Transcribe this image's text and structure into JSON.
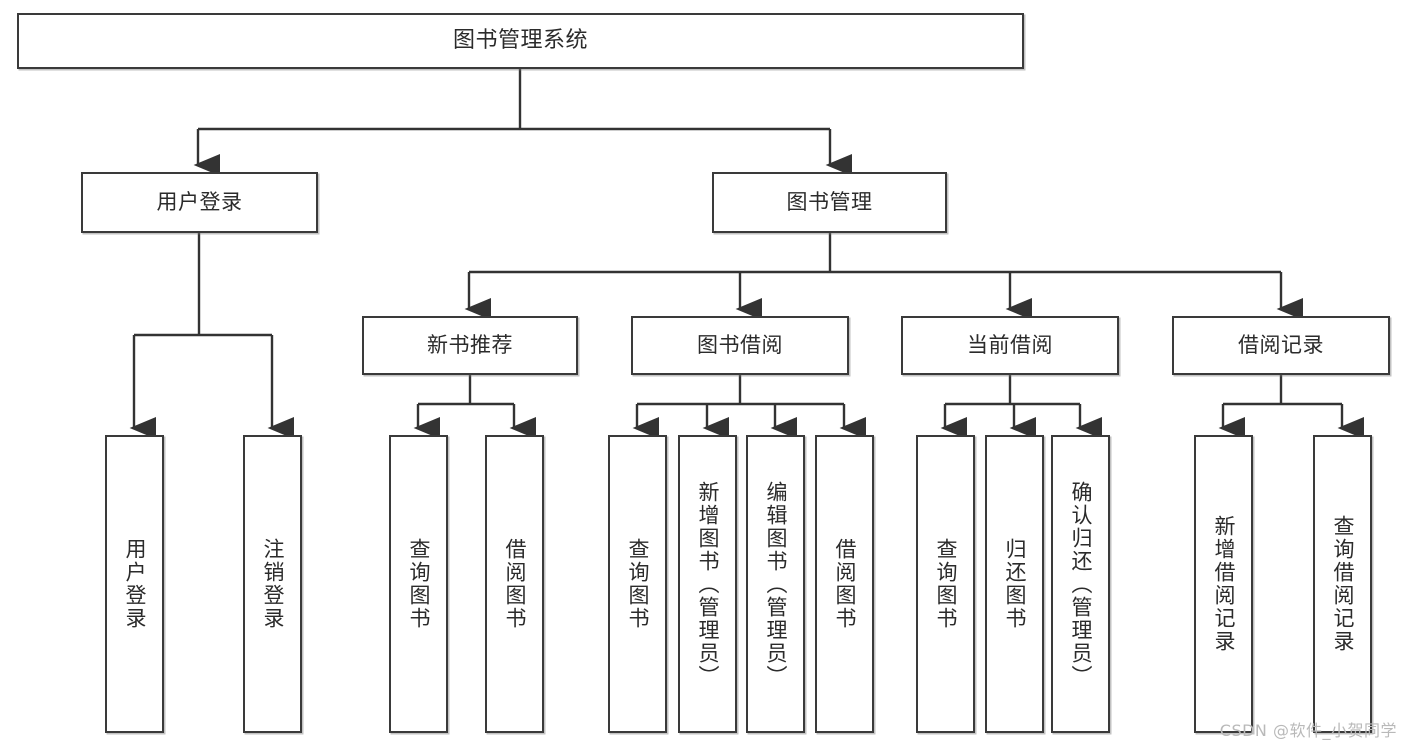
{
  "diagram": {
    "type": "tree",
    "title": "图书管理系统",
    "watermark": "CSDN @软件_小贺同学",
    "colors": {
      "box_border": "#3a3a3a",
      "box_fill": "#ffffff",
      "connector": "#333333",
      "text": "#2b2b2b",
      "watermark": "#b9b9b9"
    },
    "nodes": {
      "root": {
        "label": "图书管理系统"
      },
      "level2": [
        {
          "label": "用户登录"
        },
        {
          "label": "图书管理"
        }
      ],
      "level3": [
        {
          "label": "新书推荐"
        },
        {
          "label": "图书借阅"
        },
        {
          "label": "当前借阅"
        },
        {
          "label": "借阅记录"
        }
      ],
      "leaves": {
        "user_login": [
          {
            "label": "用户登录"
          },
          {
            "label": "注销登录"
          }
        ],
        "new_book": [
          {
            "label": "查询图书"
          },
          {
            "label": "借阅图书"
          }
        ],
        "book_borrow": [
          {
            "label": "查询图书"
          },
          {
            "label": "新增图书（管理员）"
          },
          {
            "label": "编辑图书（管理员）"
          },
          {
            "label": "借阅图书"
          }
        ],
        "current_borrow": [
          {
            "label": "查询图书"
          },
          {
            "label": "归还图书"
          },
          {
            "label": "确认归还（管理员）"
          }
        ],
        "borrow_record": [
          {
            "label": "新增借阅记录"
          },
          {
            "label": "查询借阅记录"
          }
        ]
      }
    }
  }
}
